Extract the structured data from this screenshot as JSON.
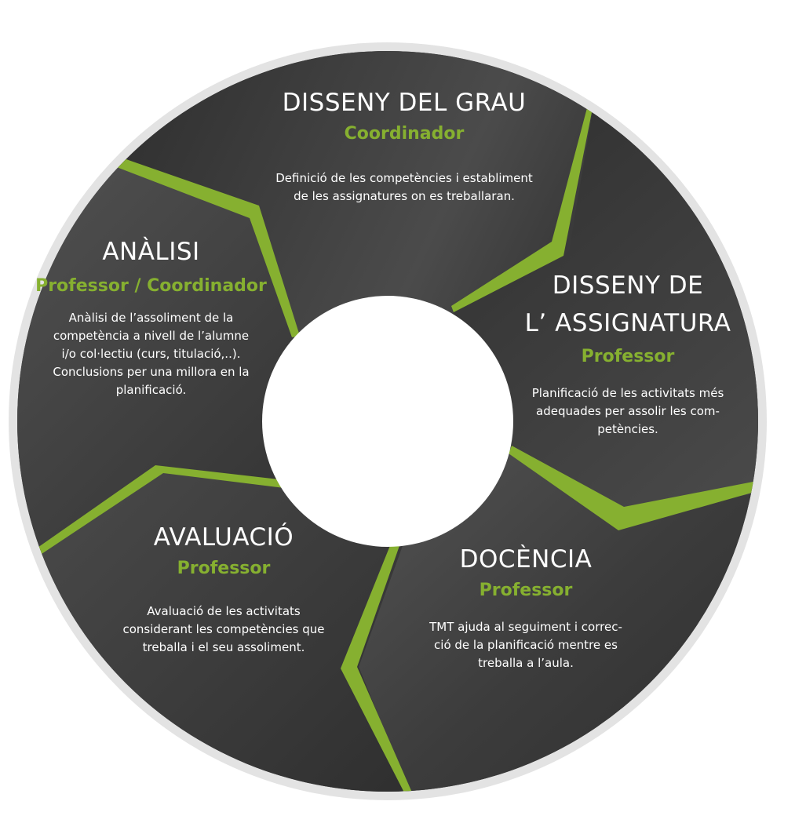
{
  "colors": {
    "ring": "#e3e3e3",
    "sector_dark": "#2f2f2f",
    "sector_mid": "#4a4a4a",
    "accent": "#86b030",
    "center": "#ffffff"
  },
  "stages": [
    {
      "id": "disseny-del-grau",
      "title": [
        "DISSENY DEL GRAU"
      ],
      "role": "Coordinador",
      "description": [
        "Definició de les competències i establiment",
        "de les assignatures on es treballaran."
      ]
    },
    {
      "id": "disseny-assignatura",
      "title": [
        "DISSENY DE",
        "L’ ASSIGNATURA"
      ],
      "role": "Professor",
      "description": [
        "Planificació de les activitats més",
        "adequades per assolir les com-",
        "petències."
      ]
    },
    {
      "id": "docencia",
      "title": [
        "DOCÈNCIA"
      ],
      "role": "Professor",
      "description": [
        "TMT ajuda al seguiment i correc-",
        "ció de la planificació mentre es",
        "treballa a l’aula."
      ]
    },
    {
      "id": "avaluacio",
      "title": [
        "AVALUACIÓ"
      ],
      "role": "Professor",
      "description": [
        "Avaluació de les activitats",
        "considerant les competències que",
        "treballa i el seu assoliment."
      ]
    },
    {
      "id": "analisi",
      "title": [
        "ANÀLISI"
      ],
      "role": "Professor / Coordinador",
      "description": [
        "Anàlisi de l’assoliment de la",
        "competència a nivell de l’alumne",
        "i/o col·lectiu (curs, titulació,..).",
        "Conclusions per una millora en la",
        "planificació."
      ]
    }
  ]
}
